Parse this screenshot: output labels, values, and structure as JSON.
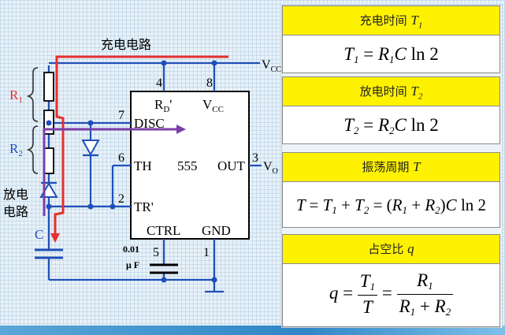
{
  "circuit": {
    "title": "充电电路",
    "discharge_label_line1": "放电",
    "discharge_label_line2": "电路",
    "r1_label": "R",
    "r1_sub": "1",
    "r2_label": "R",
    "r2_sub": "2",
    "c_label": "C",
    "vcc_label": "V",
    "vcc_sub": "CC",
    "chip": {
      "name": "555",
      "rd_label": "R",
      "rd_sub": "D",
      "rd_prime": "'",
      "vcc_label": "V",
      "vcc_sub": "CC",
      "disc_label": "DISC",
      "th_label": "TH",
      "tr_label": "TR'",
      "out_label": "OUT",
      "ctrl_label": "CTRL",
      "gnd_label": "GND",
      "pins": {
        "p4": "4",
        "p8": "8",
        "p7": "7",
        "p6": "6",
        "p2": "2",
        "p3": "3",
        "p5": "5",
        "p1": "1"
      }
    },
    "vo_label": "V",
    "vo_sub": "O",
    "cap_value_line1": "0.01",
    "cap_value_line2": "μ F",
    "colors": {
      "charge": "#e53030",
      "discharge": "#7b3fa8",
      "wire": "#1f4fb8",
      "r1": "#e53030",
      "r2": "#1f4fb8"
    }
  },
  "formulas": {
    "t1": {
      "title": "充电时间",
      "title_sym": "T",
      "title_sub": "1"
    },
    "t2": {
      "title": "放电时间",
      "title_sym": "T",
      "title_sub": "2"
    },
    "period": {
      "title": "振荡周期",
      "title_sym": "T"
    },
    "duty": {
      "title": "占空比",
      "title_sym": "q"
    }
  }
}
